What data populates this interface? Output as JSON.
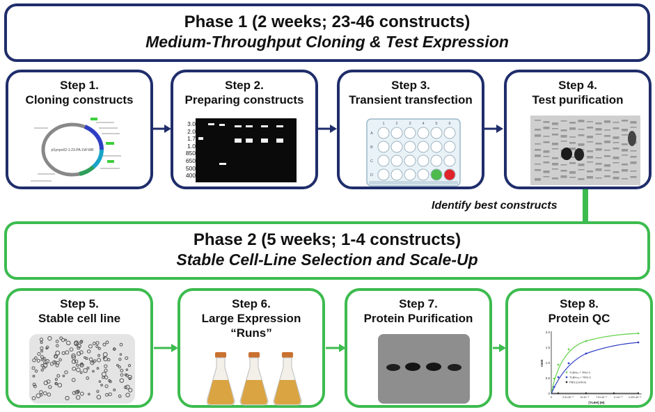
{
  "phase1": {
    "title": "Phase 1 (2 weeks; 23-46 constructs)",
    "subtitle": "Medium-Throughput Cloning & Test Expression",
    "color": "#1f2d6b"
  },
  "phase2": {
    "title": "Phase 2 (5 weeks; 1-4 constructs)",
    "subtitle": "Stable Cell-Line Selection and Scale-Up",
    "color": "#3dbb4f"
  },
  "steps": [
    {
      "num": "Step 1.",
      "name": "Cloning constructs"
    },
    {
      "num": "Step 2.",
      "name": "Preparing constructs"
    },
    {
      "num": "Step 3.",
      "name": "Transient transfection"
    },
    {
      "num": "Step 4.",
      "name": "Test purification"
    },
    {
      "num": "Step 5.",
      "name": "Stable cell line"
    },
    {
      "num": "Step 6.",
      "name": "Large Expression",
      "name2": "“Runs”"
    },
    {
      "num": "Step 7.",
      "name": "Protein Purification"
    },
    {
      "num": "Step 8.",
      "name": "Protein QC"
    }
  ],
  "transition": "Identify best constructs",
  "plasmid": {
    "label": "pSynpo02-1-23-PA-1W-WB"
  },
  "gel": {
    "ladder": [
      "3.0",
      "2.0",
      "1.7",
      "1.0",
      "850",
      "650",
      "500",
      "400"
    ]
  },
  "plate": {
    "col_labels": [
      "1",
      "2",
      "3",
      "4",
      "5",
      "6"
    ],
    "row_labels": [
      "A",
      "B",
      "C",
      "D"
    ],
    "well_colors": {
      "empty": "#ffffff",
      "green": "#4cbb4c",
      "red": "#e0242b"
    }
  },
  "qc_chart": {
    "ylabel": "A600",
    "xlabel": "[TLBH] (M)",
    "yticks": [
      "0",
      "0.5",
      "1.0",
      "1.5",
      "2.0"
    ],
    "xticks": [
      "0",
      "2.5×10⁻⁶",
      "5×10⁻⁶",
      "7.5×10⁻⁶",
      "1×10⁻⁵",
      "1.25×10⁻⁵"
    ],
    "legend": [
      "TLBHₕₛ + TRG-C",
      "TLBHₘᵤ + TRG-C",
      "PBS (control)"
    ],
    "colors": [
      "#66d24a",
      "#2f3fc4",
      "#222222"
    ]
  }
}
